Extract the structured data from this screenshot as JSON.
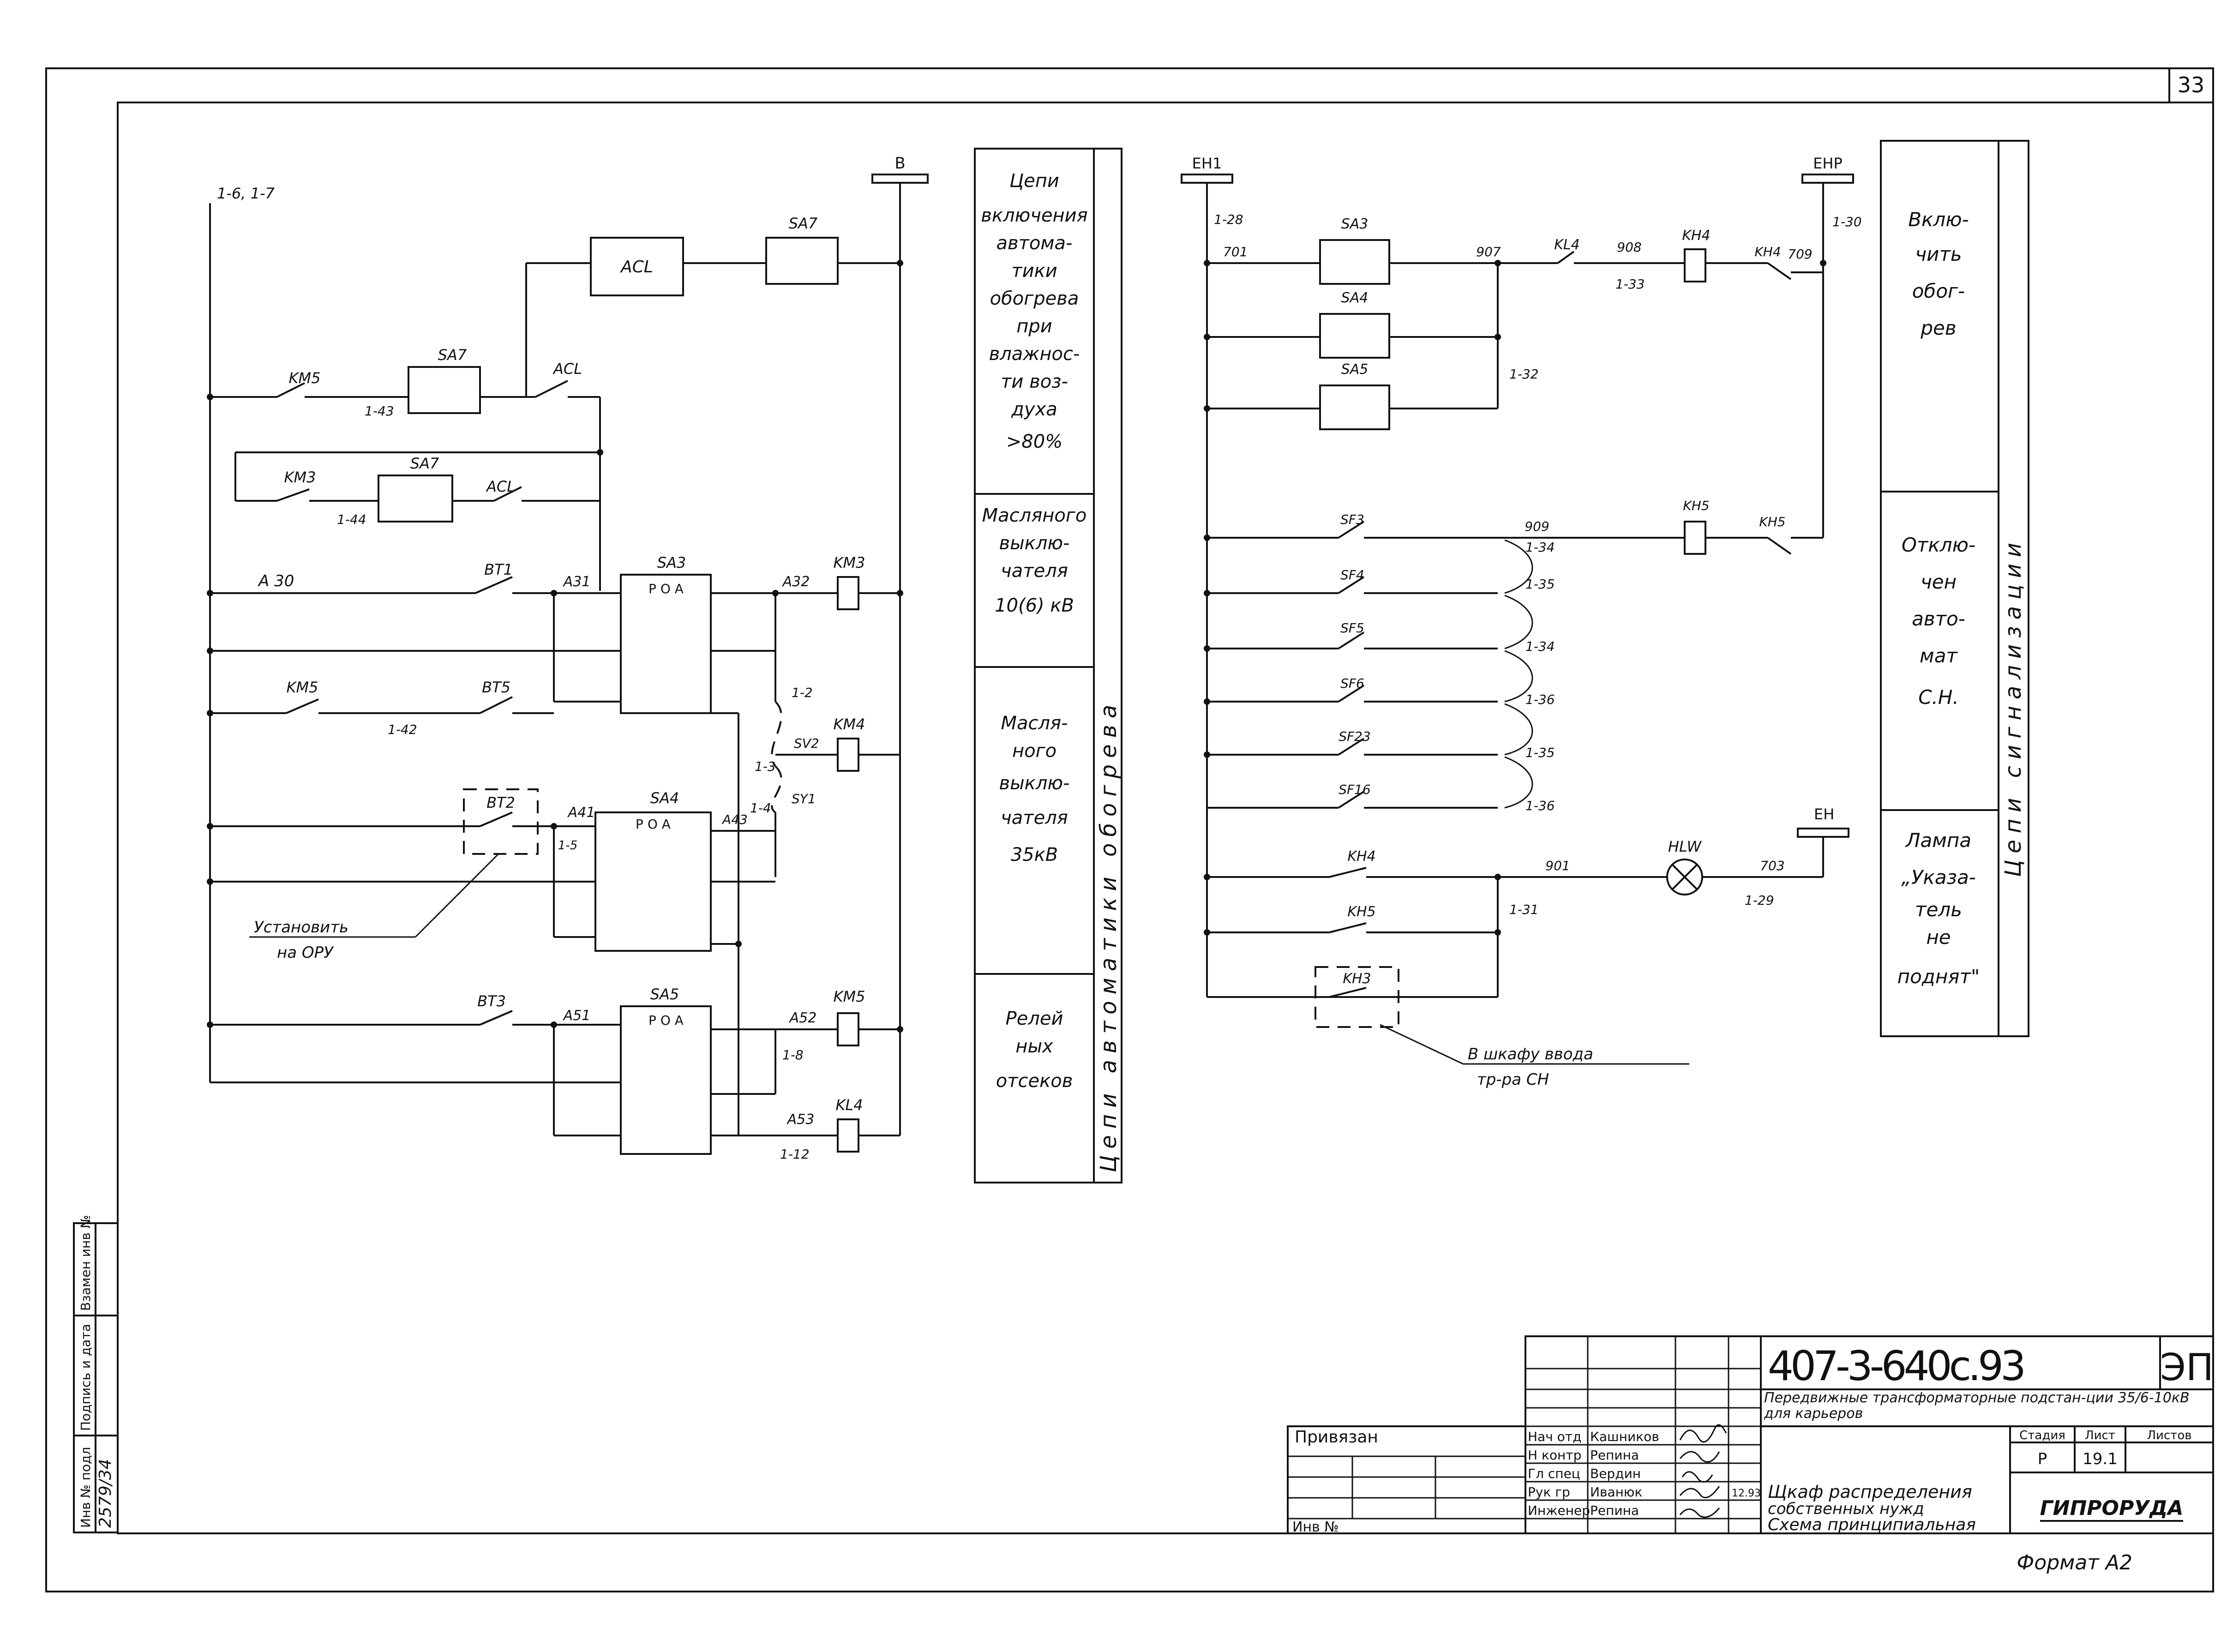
{
  "sheet": {
    "number": "33",
    "format": "Формат А2"
  },
  "left_panel": {
    "inv_podl_label": "Инв № подл",
    "inv_podl_value": "2579/34",
    "podpis_label": "Подпись и дата",
    "vzam_label": "Взамен инв №"
  },
  "buses": {
    "b": "В",
    "eh1": "EH1",
    "ehp": "EHP",
    "eh": "EH"
  },
  "left_circuit": {
    "source_label": "1-6, 1-7",
    "acl": "ACL",
    "sa7": "SA7",
    "km5": "KM5",
    "km3": "KM3",
    "km4": "KM4",
    "kl4": "KL4",
    "sa3": "SA3",
    "sa4": "SA4",
    "sa5": "SA5",
    "bt1": "BT1",
    "bt2": "BT2",
    "bt3": "BT3",
    "bt5": "BT5",
    "sv1": "SY1",
    "sv2": "SV2",
    "a30": "A 30",
    "a31": "A31",
    "a32": "A32",
    "a41": "A41",
    "a43": "A43",
    "a51": "A51",
    "a52": "A52",
    "a53": "A53",
    "t_143": "1-43",
    "t_144": "1-44",
    "t_142": "1-42",
    "t_12": "1-2",
    "t_13": "1-3",
    "t_14": "1-4",
    "t_15": "1-5",
    "t_18": "1-8",
    "t_112": "1-12",
    "poa": "P  O  A",
    "install_note_line1": "Установить",
    "install_note_line2": "на ОРУ"
  },
  "mid_table": {
    "r1": [
      "Цепи",
      "включения",
      "автома-",
      "тики",
      "обогрева",
      "при",
      "влажнос-",
      "ти воз-",
      "духа",
      ">80%"
    ],
    "r2": [
      "Масляного",
      "выклю-",
      "чателя",
      "10(6) кВ"
    ],
    "r3": [
      "Масля-",
      "ного",
      "выклю-",
      "чателя",
      "35кВ"
    ],
    "r4": [
      "Релей",
      "ных",
      "отсеков"
    ],
    "vertical": "Цепи автоматики обогрева"
  },
  "right_circuit": {
    "sa3": "SA3",
    "sa4": "SA4",
    "sa5": "SA5",
    "kl4": "KL4",
    "kh4": "KH4",
    "kh5": "KH5",
    "kh3": "KH3",
    "hlw": "HLW",
    "sf3": "SF3",
    "sf4": "SF4",
    "sf5": "SF5",
    "sf6": "SF6",
    "sf23": "SF23",
    "sf16": "SF16",
    "n701": "701",
    "n907": "907",
    "n908": "908",
    "n709": "709",
    "n909": "909",
    "n901": "901",
    "n703": "703",
    "t128": "1-28",
    "t130": "1-30",
    "t133": "1-33",
    "t132": "1-32",
    "t134a": "1-34",
    "t135a": "1-35",
    "t134b": "1-34",
    "t136a": "1-36",
    "t135b": "1-35",
    "t136b": "1-36",
    "t131": "1-31",
    "t129": "1-29",
    "kh3_note_line1": "В шкафу ввода",
    "kh3_note_line2": "тр-ра СН"
  },
  "right_table": {
    "r1": [
      "Вклю-",
      "чить",
      "обог-",
      "рев"
    ],
    "r2": [
      "Отклю-",
      "чен",
      "авто-",
      "мат",
      "С.Н."
    ],
    "r3": [
      "Лампа",
      "„Указа-",
      "тель",
      "не",
      "поднят\""
    ],
    "vertical": "Цепи сигнализации"
  },
  "title_block": {
    "code": "407-3-640с.93",
    "mark": "ЭП",
    "project": "Передвижные трансформаторные подстан-ции 35/6-10кВ для карьеров",
    "privyazan": "Привязан",
    "inv_no": "Инв №",
    "roles": [
      {
        "role": "Нач отд",
        "name": "Кашников"
      },
      {
        "role": "Н контр",
        "name": "Репина"
      },
      {
        "role": "Гл спец",
        "name": "Вердин"
      },
      {
        "role": "Рук гр",
        "name": "Иванюк"
      },
      {
        "role": "Инженер",
        "name": "Репина"
      }
    ],
    "date": "12.93",
    "stage_label": "Стадия",
    "sheet_label": "Лист",
    "sheets_label": "Листов",
    "stage": "Р",
    "sheet": "19.1",
    "drawing_title_line1": "Щкаф распределения",
    "drawing_title_line2": "собственных нужд",
    "drawing_title_line3": "Схема принципиальная",
    "org": "ГИПРОРУДА"
  }
}
